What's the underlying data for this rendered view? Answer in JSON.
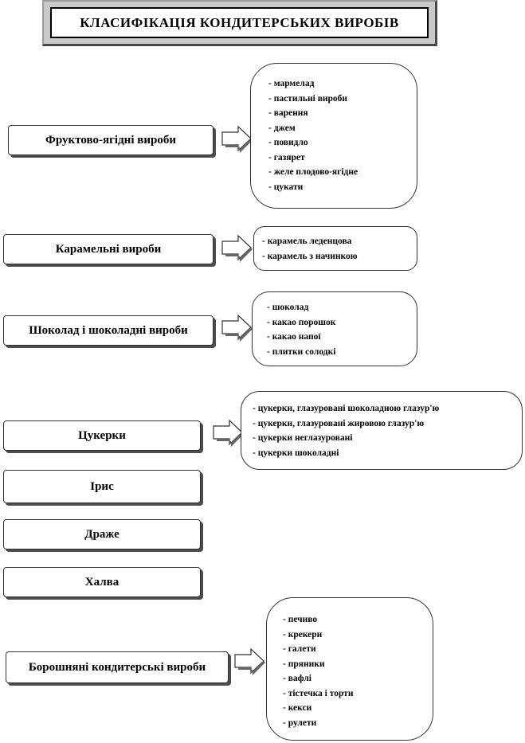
{
  "title": "КЛАСИФІКАЦІЯ  КОНДИТЕРСЬКИХ  ВИРОБІВ",
  "categories": [
    {
      "label": "Фруктово-ягідні вироби",
      "items": [
        "- мармелад",
        "- пастильні вироби",
        "- варення",
        "- джем",
        "- повидло",
        "- газярет",
        "- желе плодово-ягідне",
        "- цукати"
      ]
    },
    {
      "label": "Карамельні вироби",
      "items": [
        "- карамель леденцова",
        "- карамель з начинкою"
      ]
    },
    {
      "label": "Шоколад і шоколадні вироби",
      "items": [
        "- шоколад",
        "- какао порошок",
        "- какао напої",
        "- плитки солодкі"
      ]
    },
    {
      "label": "Цукерки",
      "items": [
        "- цукерки, глазуровані шоколадною глазур'ю",
        "- цукерки, глазуровані жировою глазур'ю",
        "- цукерки неглазуровані",
        "- цукерки шоколадні"
      ]
    },
    {
      "label": "Ірис",
      "items": []
    },
    {
      "label": "Драже",
      "items": []
    },
    {
      "label": "Халва",
      "items": []
    },
    {
      "label": "Борошняні кондитерські вироби",
      "items": [
        "- печиво",
        "- крекери",
        "- галети",
        "- пряники",
        "- вафлі",
        "- тістечка і торти",
        "- кекси",
        "- рулети"
      ]
    }
  ]
}
